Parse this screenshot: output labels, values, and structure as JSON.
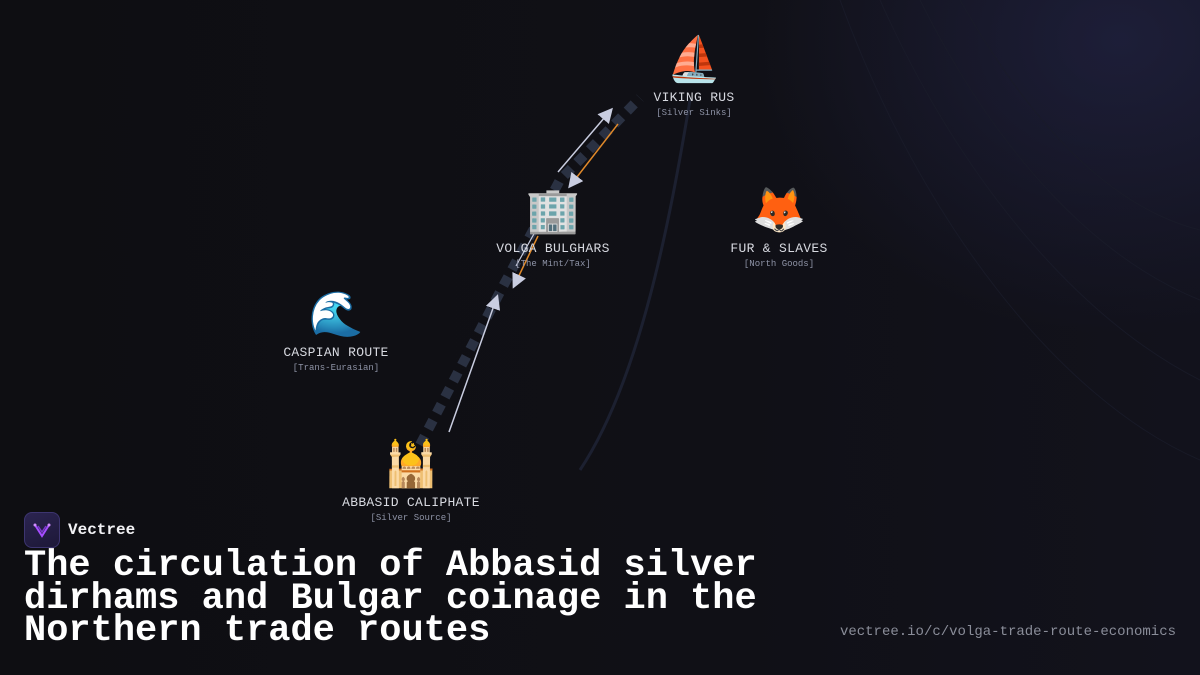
{
  "nodes": [
    {
      "id": "viking",
      "icon": "sailboat-icon",
      "glyph": "⛵",
      "label": "VIKING RUS",
      "sub": "[Silver Sinks]"
    },
    {
      "id": "fur",
      "icon": "fox-icon",
      "glyph": "🦊",
      "label": "FUR & SLAVES",
      "sub": "[North Goods]"
    },
    {
      "id": "bulghars",
      "icon": "office-building-icon",
      "glyph": "🏢",
      "label": "VOLGA BULGHARS",
      "sub": "[The Mint/Tax]"
    },
    {
      "id": "caspian",
      "icon": "wave-icon",
      "glyph": "🌊",
      "label": "CASPIAN ROUTE",
      "sub": "[Trans-Eurasian]"
    },
    {
      "id": "abbasid",
      "icon": "mosque-icon",
      "glyph": "🕌",
      "label": "ABBASID CALIPHATE",
      "sub": "[Silver Source]"
    }
  ],
  "brand": {
    "name": "Vectree",
    "icon": "vectree-logo-icon"
  },
  "title": "The circulation of Abbasid silver dirhams and Bulgar coinage in the Northern trade routes",
  "url": "vectree.io/c/volga-trade-route-economics",
  "colors": {
    "silver_flow": "#c9cde0",
    "coin_flow": "#e0892a",
    "route_dash": "#2a3142",
    "background": "#0f0f14"
  }
}
